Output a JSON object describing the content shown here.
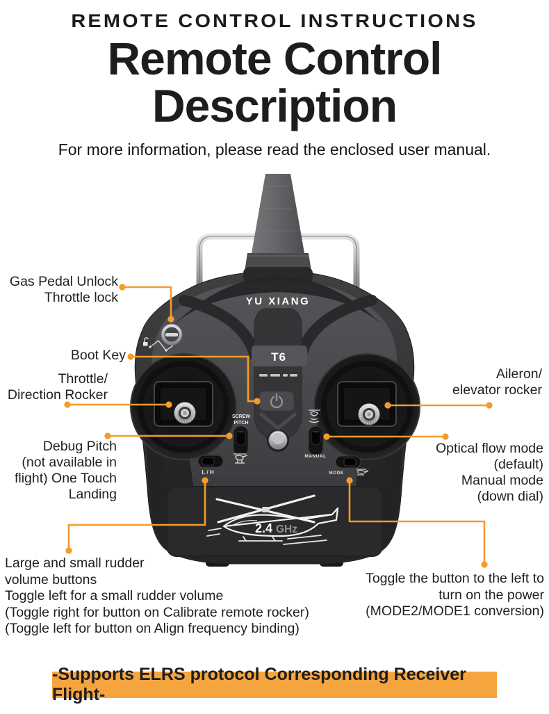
{
  "page": {
    "background": "#ffffff",
    "accent_line_color": "#F59B2B",
    "banner_color": "#F6A53E"
  },
  "header": {
    "eyebrow": "REMOTE CONTROL INSTRUCTIONS",
    "title_line1": "Remote Control",
    "title_line2": "Description",
    "subtitle": "For more information, please read the enclosed user manual."
  },
  "device": {
    "brand": "YU XIANG",
    "model": "T6",
    "labels": {
      "screw_pitch_line1": "SCREW",
      "screw_pitch_line2": "PITCH",
      "manual": "MANUAL",
      "mode": "MODE",
      "low_high": "L / H",
      "freq_value": "2.4",
      "freq_unit": "GHz"
    }
  },
  "icons": {
    "power-icon": "power symbol on boot key button",
    "unlock-icon": "open padlock with toggle travel path",
    "one-touch-landing-icon": "small helicopter above landing skids",
    "optical-flow-icon": "hovering aircraft over signal waves",
    "mode-heli-icon": "small helicopter with speed lines",
    "helicopter-2-4ghz-art": "white line-art helicopter"
  },
  "callouts": {
    "gas_pedal": {
      "line1": "Gas Pedal Unlock",
      "line2": "Throttle lock"
    },
    "boot_key": {
      "line1": "Boot Key"
    },
    "throttle_rocker": {
      "line1": "Throttle/",
      "line2": "Direction Rocker"
    },
    "debug_pitch": {
      "line1": "Debug Pitch",
      "line2": "(not available in",
      "line3": "flight) One Touch",
      "line4": "Landing"
    },
    "aileron_rocker": {
      "line1": "Aileron/",
      "line2": "elevator rocker"
    },
    "optical_flow": {
      "line1": "Optical flow mode",
      "line2": "(default)",
      "line3": "Manual mode",
      "line4": "(down dial)"
    },
    "rudder_volume": {
      "line1": "Large and small rudder",
      "line2": "volume buttons",
      "line3": "Toggle left for a small rudder volume",
      "line4": "(Toggle right for button on Calibrate remote rocker)",
      "line5": "(Toggle left for button on Align frequency binding)"
    },
    "power_toggle": {
      "line1": "Toggle the button to the left to",
      "line2": "turn on the power",
      "line3": "(MODE2/MODE1 conversion)"
    }
  },
  "footer": {
    "banner": "-Supports ELRS protocol Corresponding Receiver Flight-"
  }
}
